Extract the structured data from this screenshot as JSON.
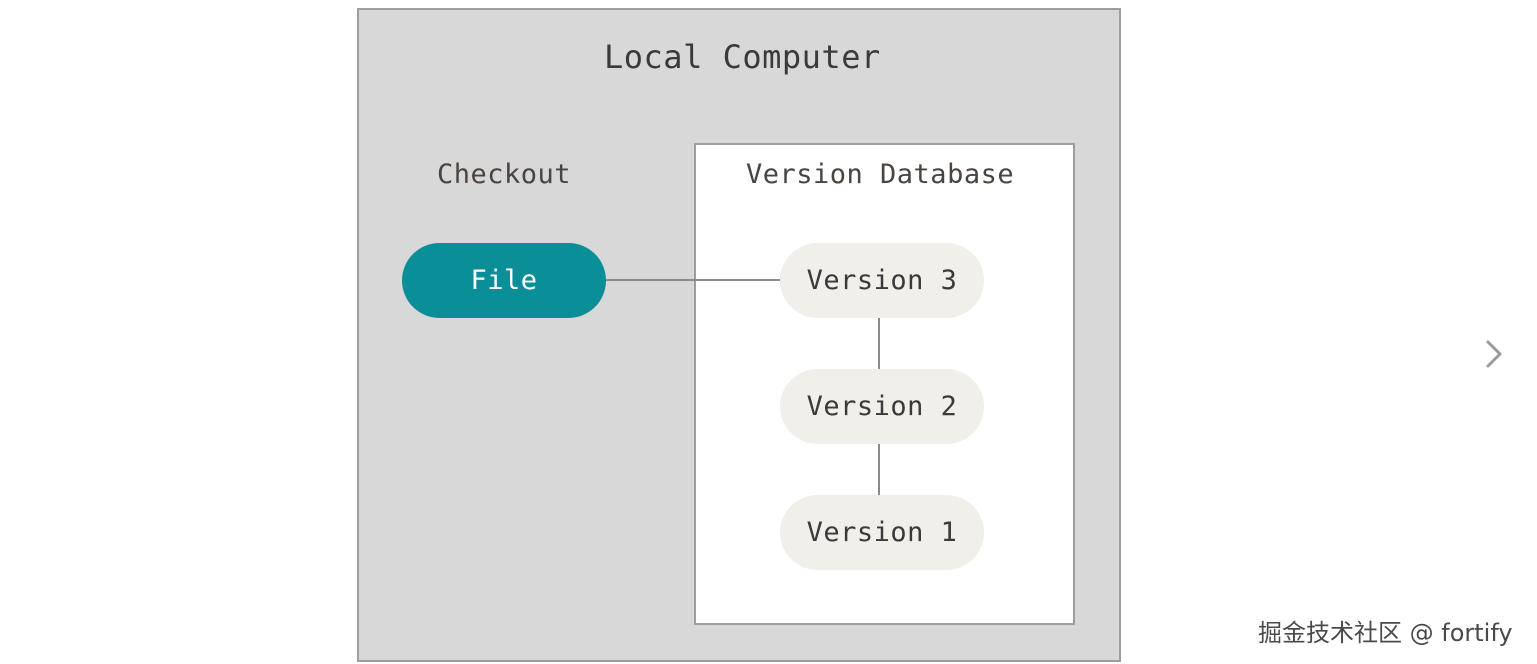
{
  "diagram": {
    "title": "Local Computer",
    "checkout_label": "Checkout",
    "file_label": "File",
    "database_title": "Version Database",
    "versions": [
      "Version 3",
      "Version 2",
      "Version 1"
    ]
  },
  "navigation": {
    "next_icon": "chevron-right-icon"
  },
  "watermark": "掘金技术社区 @ fortify",
  "colors": {
    "outer_background": "#d8d8d8",
    "database_background": "#ffffff",
    "file_pill": "#0a8e98",
    "version_pill": "#f0efea",
    "connector": "#8a8a8a"
  }
}
